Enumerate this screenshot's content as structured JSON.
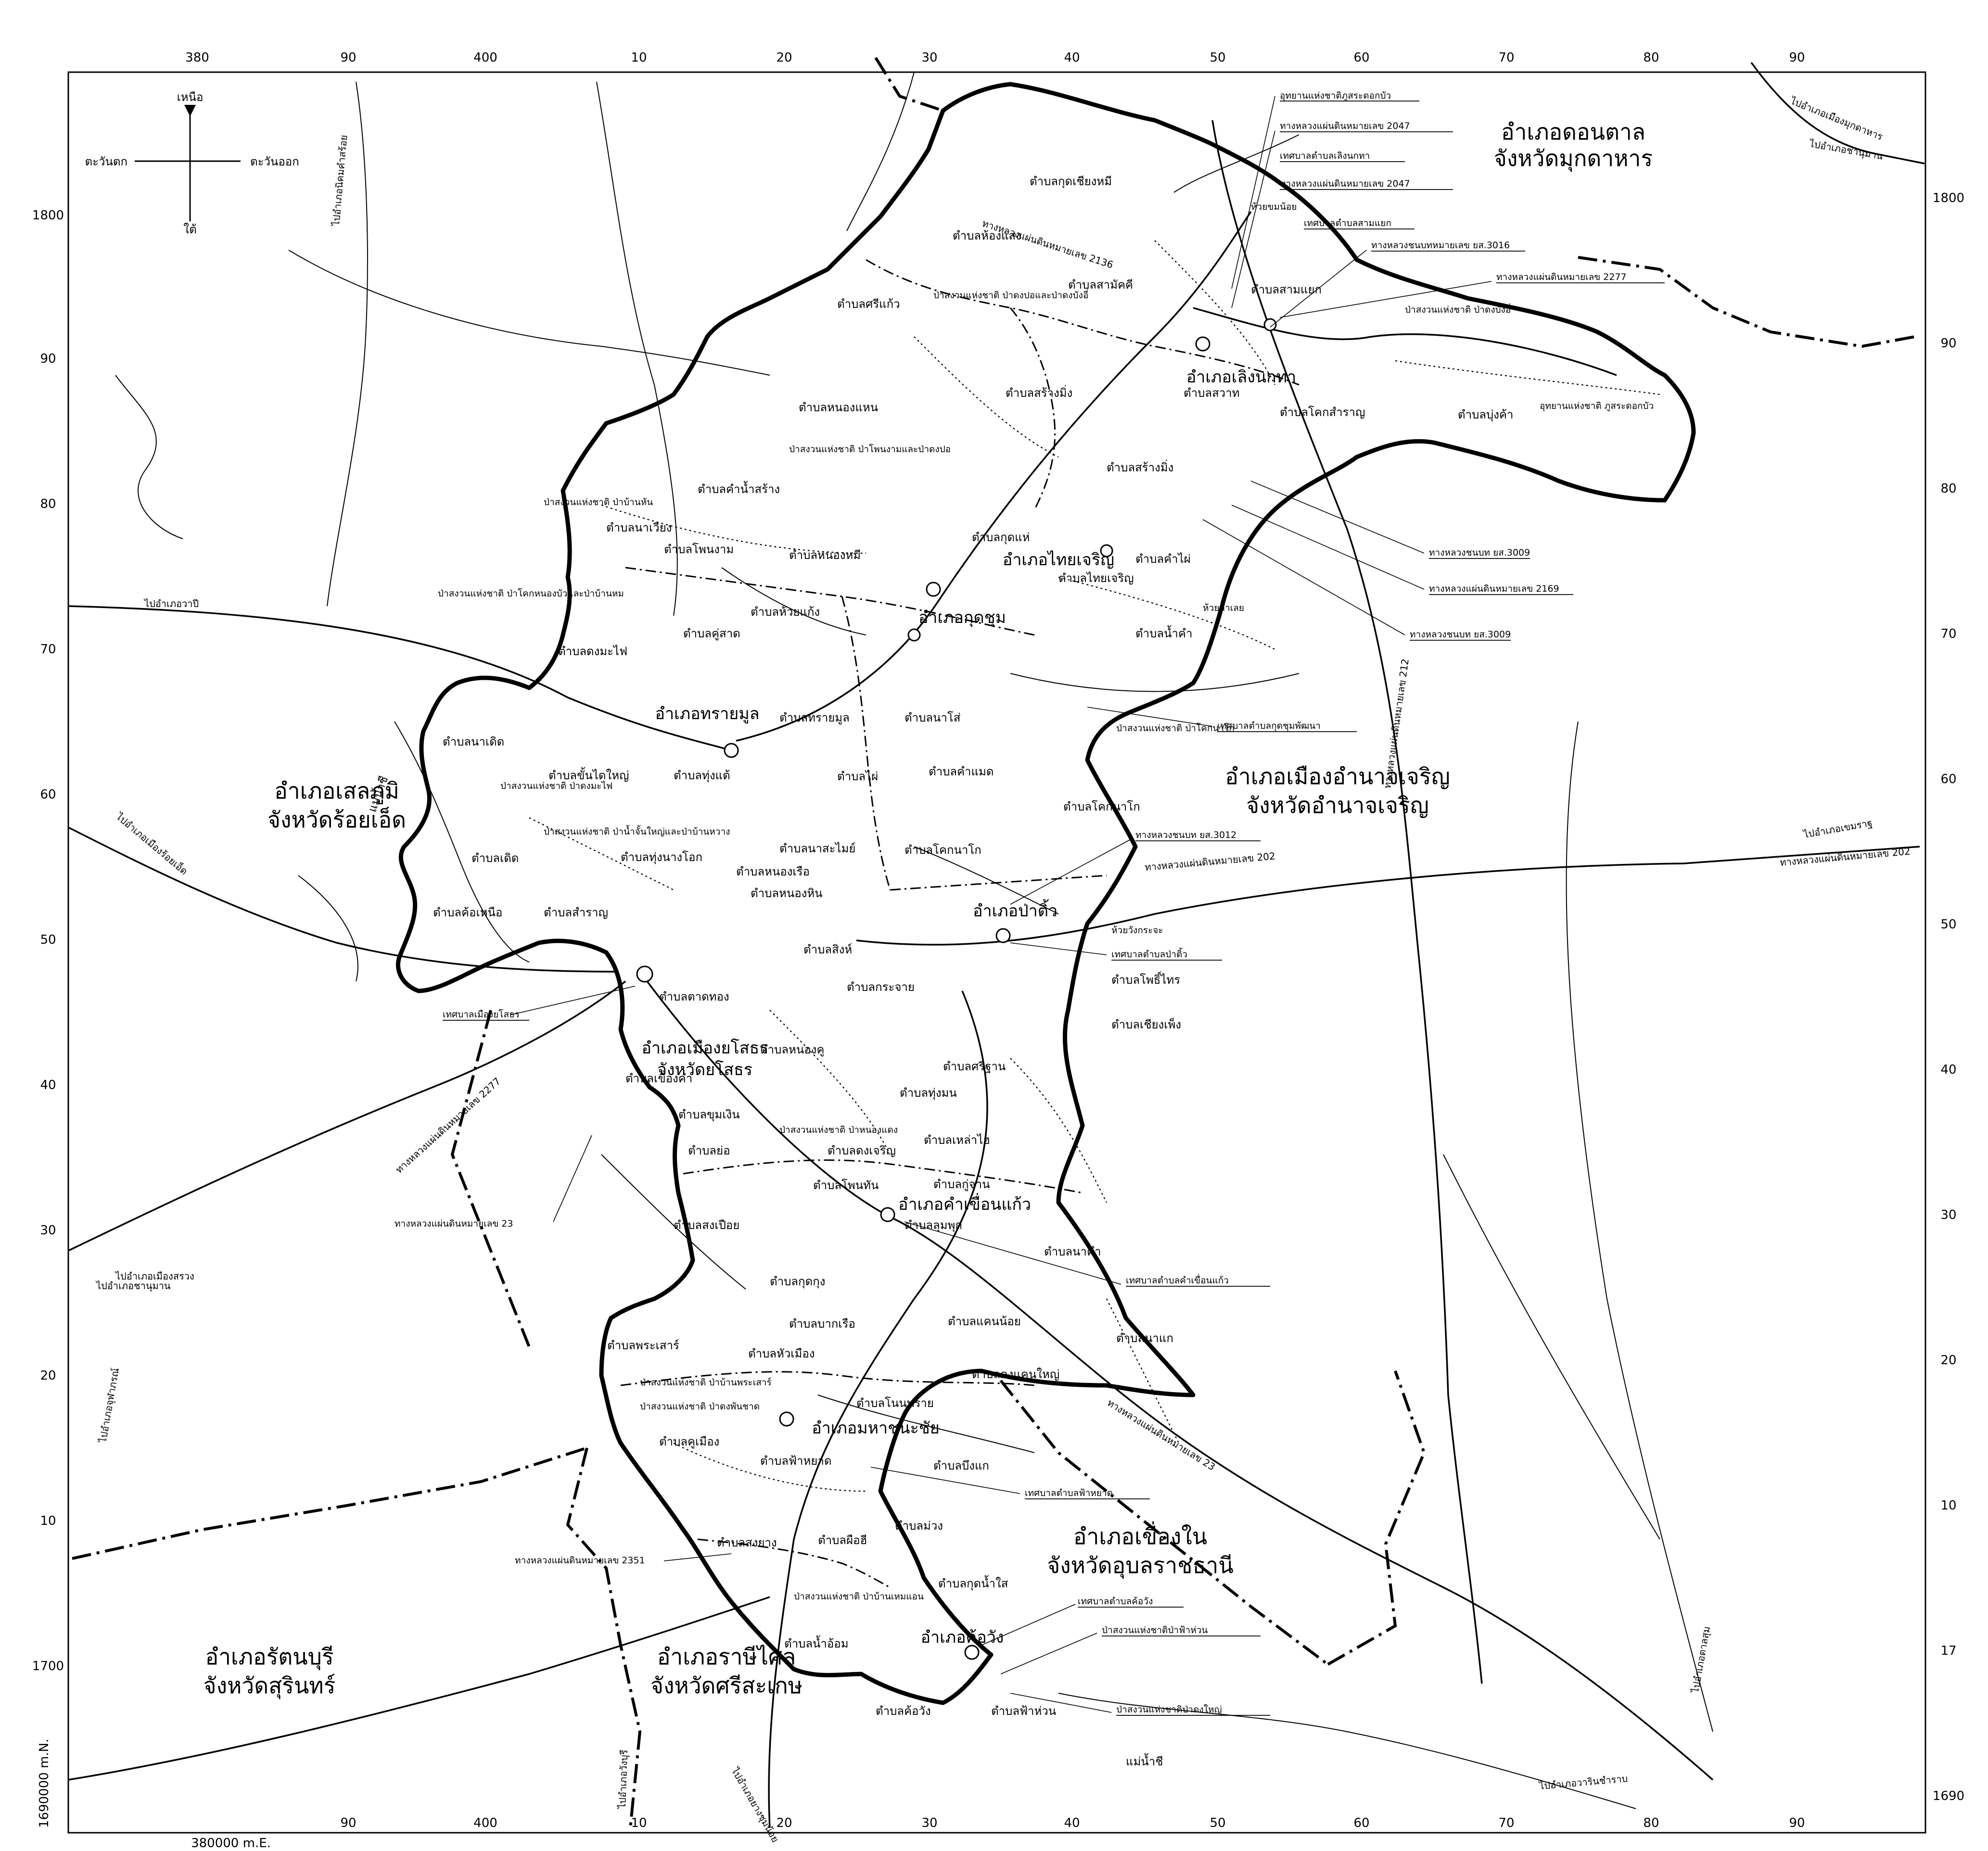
{
  "grid": {
    "top_labels": [
      "380",
      "90",
      "400",
      "10",
      "20",
      "30",
      "40",
      "50",
      "60",
      "70",
      "80",
      "90"
    ],
    "bottom_labels": [
      "380000 m.E.",
      "90",
      "400",
      "10",
      "20",
      "30",
      "40",
      "50",
      "60",
      "70",
      "80",
      "90"
    ],
    "left_labels": [
      "1800",
      "90",
      "80",
      "70",
      "60",
      "50",
      "40",
      "30",
      "20",
      "10",
      "1700"
    ],
    "right_labels": [
      "1800",
      "90",
      "80",
      "70",
      "60",
      "50",
      "40",
      "30",
      "20",
      "10",
      "17",
      "1690"
    ],
    "corner_label": "1690000 m.N."
  },
  "compass": {
    "north": "เหนือ",
    "south": "ใต้",
    "east": "ตะวันออก",
    "west": "ตะวันตก"
  },
  "districts": [
    {
      "id": "donton",
      "line1": "อำเภอดอนตาล",
      "line2": "จังหวัดมุกดาหาร"
    },
    {
      "id": "amnat",
      "line1": "อำเภอเมืองอำนาจเจริญ",
      "line2": "จังหวัดอำนาจเจริญ"
    },
    {
      "id": "selaphum",
      "line1": "อำเภอเสลภูมิ",
      "line2": "จังหวัดร้อยเอ็ด"
    },
    {
      "id": "khueangnai",
      "line1": "อำเภอเขื่องใน",
      "line2": "จังหวัดอุบลราชธานี"
    },
    {
      "id": "rattanaburi",
      "line1": "อำเภอรัตนบุรี",
      "line2": "จังหวัดสุรินทร์"
    },
    {
      "id": "rasisalai",
      "line1": "อำเภอราษีไศล",
      "line2": "จังหวัดศรีสะเกษ"
    }
  ],
  "amphoe": [
    {
      "label": "อำเภอเลิงนกทา"
    },
    {
      "label": "อำเภอไทยเจริญ"
    },
    {
      "label": "อำเภอกุดชุม"
    },
    {
      "label": "อำเภอทรายมูล"
    },
    {
      "label": "อำเภอป่าติ้ว"
    },
    {
      "label": "อำเภอเมืองยโสธร"
    },
    {
      "label": "จังหวัดยโสธร"
    },
    {
      "label": "อำเภอคำเขื่อนแก้ว"
    },
    {
      "label": "อำเภอมหาชนะชัย"
    },
    {
      "label": "อำเภอค้อวัง"
    }
  ],
  "tambon": [
    "ตำบลกุดเชียงหมี",
    "ตำบลห้องแสง",
    "ตำบลสามแยก",
    "ตำบลสามัคคี",
    "ตำบลศรีแก้ว",
    "ตำบลสวาท",
    "ตำบลโคกสำราญ",
    "ตำบลบุ่งค้า",
    "ตำบลสร้างมิ่ง",
    "ตำบลสร้างมิ่ง",
    "ตำบลหนองแหน",
    "ตำบลคำน้ำสร้าง",
    "ตำบลนาเวียง",
    "ตำบลโพนงาม",
    "ตำบลหนองหมี",
    "ตำบลกุดแห่",
    "ตำบลคำไผ่",
    "ตำบลไทยเจริญ",
    "ตำบลห้วยแก้ง",
    "ตำบลคู่สาด",
    "ตำบลน้ำคำ",
    "ตำบลดงมะไฟ",
    "ตำบลทรายมูล",
    "ตำบลนาโส่",
    "ตำบลคำแมด",
    "ตำบลนาเดิด",
    "ตำบลขั้นไดใหญ่",
    "ตำบลทุ่งแต้",
    "ตำบลไผ่",
    "ตำบลโคกนาโก",
    "ตำบลนาสะไมย์",
    "ตำบลทุ่งนางโอก",
    "ตำบลหนองเรือ",
    "ตำบลหนองหิน",
    "ตำบลโคกนาโก",
    "ตำบลค้อเหนือ",
    "ตำบลสำราญ",
    "ตำบลเดิด",
    "ตำบลสิงห์",
    "ตำบลกระจาย",
    "ตำบลโพธิ์ไทร",
    "ตำบลเชียงเพ็ง",
    "ตำบลตาดทอง",
    "ตำบลหนองคู",
    "ตำบลศรีฐาน",
    "ตำบลเขื่องคำ",
    "ตำบลขุมเงิน",
    "ตำบลย่อ",
    "ตำบลทุ่งมน",
    "ตำบลดงเจริญ",
    "ตำบลเหล่าไฮ",
    "ตำบลโพนทัน",
    "ตำบลกู่จาน",
    "ตำบลสงเปือย",
    "ตำบลลุมพุก",
    "ตำบลนาคำ",
    "ตำบลกุดกุง",
    "ตำบลแคนน้อย",
    "ตำบลบากเรือ",
    "ตำบลนาแก",
    "ตำบลพระเสาร์",
    "ตำบลหัวเมือง",
    "ตำบลคูเมือง",
    "ตำบลโนนทราย",
    "ตำบลบึงแก",
    "ตำบลฟ้าหยาด",
    "ตำบลม่วง",
    "ตำบลผือฮี",
    "ตำบลกุดน้ำใส",
    "ตำบลน้ำอ้อม",
    "ตำบลค้อวัง",
    "ตำบลฟ้าห่วน",
    "ตำบลดงแคนใหญ่",
    "ตำบลสงยาง"
  ],
  "callouts": [
    "อุทยานแห่งชาติภูสระดอกบัว",
    "ทางหลวงแผ่นดินหมายเลข 2047",
    "เทศบาลตำบลเลิงนกทา",
    "ทางหลวงแผ่นดินหมายเลข 2047",
    "ห้วยขมน้อย",
    "เทศบาลตำบลสามแยก",
    "ทางหลวงชนบทหมายเลข ยส.3016",
    "ทางหลวงแผ่นดินหมายเลข 2277",
    "ทางหลวงชนบท ยส.3009",
    "ทางหลวงแผ่นดินหมายเลข 2169",
    "ทางหลวงชนบท ยส.3009",
    "ห้วยลำเลย",
    "เทศบาลตำบลกุดชุมพัฒนา",
    "ทางหลวงชนบท ยส.3012",
    "ห้วยวังกระจะ",
    "เทศบาลตำบลป่าติ้ว",
    "ตำบลโพธิ์ไทร",
    "ตำบลเชียงเพ็ง",
    "เทศบาลเมืองยโสธร",
    "ทางหลวงแผ่นดินหมายเลข 23",
    "เทศบาลตำบลคำเขื่อนแก้ว",
    "เทศบาลตำบลฟ้าหยาด",
    "ทางหลวงแผ่นดินหมายเลข 2351",
    "เทศบาลตำบลค้อวัง",
    "ป่าสงวนแห่งชาติป่าฟ้าห่วน",
    "ป่าสงวนแห่งชาติป่าดงใหญ่"
  ],
  "forests": [
    "ป่าสงวนแห่งชาติ ป่าดงบังอี่",
    "อุทยานแห่งชาติ ภูสระดอกบัว",
    "ป่าสงวนแห่งชาติ ป่าดงปอและป่าดงบังอี่",
    "ป่าสงวนแห่งชาติ ป่าโพนงามและป่าดงปอ",
    "ป่าสงวนแห่งชาติ ป่าบ้านหัน",
    "ป่าสงวนแห่งชาติ ป่าโคกหนองบัวและป่าบ้านหม",
    "ป่าสงวนแห่งชาติ ป่าดงมะไฟ",
    "ป่าสงวนแห่งชาติ ป่าน้ำจั้นใหญ่และป่าบ้านหวาง",
    "ป่าสงวนแห่งชาติ ป่าหนองแดง",
    "ป่าสงวนแห่งชาติ ป่าบ้านพระเสาร์",
    "ป่าสงวนแห่งชาติ ป่าดงพันชาด",
    "ป่าสงวนแห่งชาติ ป่าบ้านเหมแอน",
    "ป่าสงวนแห่งชาติ ป่าโคกนาโก"
  ],
  "road_labels": [
    "ทางหลวงแผ่นดินหมายเลข 2136",
    "ทางหลวงแผ่นดินหมายเลข 212",
    "ทางหลวงแผ่นดินหมายเลข 202",
    "ทางหลวงแผ่นดินหมายเลข 23",
    "ทางหลวงแผ่นดินหมายเลข 202",
    "ทางหลวงแผ่นดินหมายเลข 2277"
  ],
  "destinations": [
    "ไปอำเภอนิคมคำสร้อย",
    "ไปอำเภอเมืองมุกดาหาร",
    "ไปอำเภอชานุมาน",
    "ไปอำเภอวาปี",
    "ไปอำเภอชานุมาน",
    "ไปอำเภอจุฬาภรณ์",
    "ไปอำเภอวังบุรี",
    "ไปอำเภอเมืองร้อยเอ็ด",
    "ไปอำเภอเมืองสรวง",
    "ไปอำเภอพนมไพร",
    "ไปอำเภอยางชุมน้อย",
    "ไปอำเภอตาลสุม",
    "ไปอำเภอวารินชำราบ",
    "ไปอำเภอเขมราฐ"
  ],
  "river_labels": [
    "แม่น้ำชี",
    "แม่น้ำชี"
  ]
}
